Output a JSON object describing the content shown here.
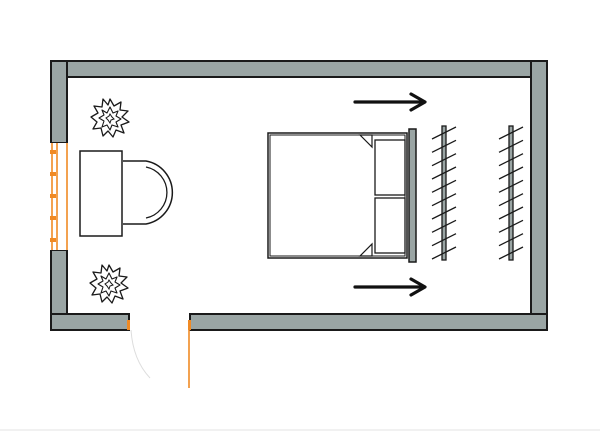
{
  "plan": {
    "colors": {
      "wall": "#9aa5a4",
      "outline": "#1a1a1a",
      "window_door": "#f08a24",
      "floor": "#ffffff",
      "footer_line": "#e3e3e3"
    },
    "furniture": [
      {
        "name": "double-bed",
        "pillows": 2
      },
      {
        "name": "bench"
      },
      {
        "name": "clothes-rail",
        "hangers": 10
      },
      {
        "name": "clothes-rail",
        "hangers": 10
      },
      {
        "name": "vanity-desk"
      },
      {
        "name": "chair"
      },
      {
        "name": "potted-plant"
      },
      {
        "name": "potted-plant"
      }
    ],
    "openings": [
      {
        "name": "window"
      },
      {
        "name": "door"
      }
    ],
    "arrows": [
      {
        "name": "direction-arrow",
        "direction": "right"
      },
      {
        "name": "direction-arrow",
        "direction": "right"
      }
    ],
    "icons": [
      "arrow-right-icon",
      "plant-icon"
    ]
  }
}
